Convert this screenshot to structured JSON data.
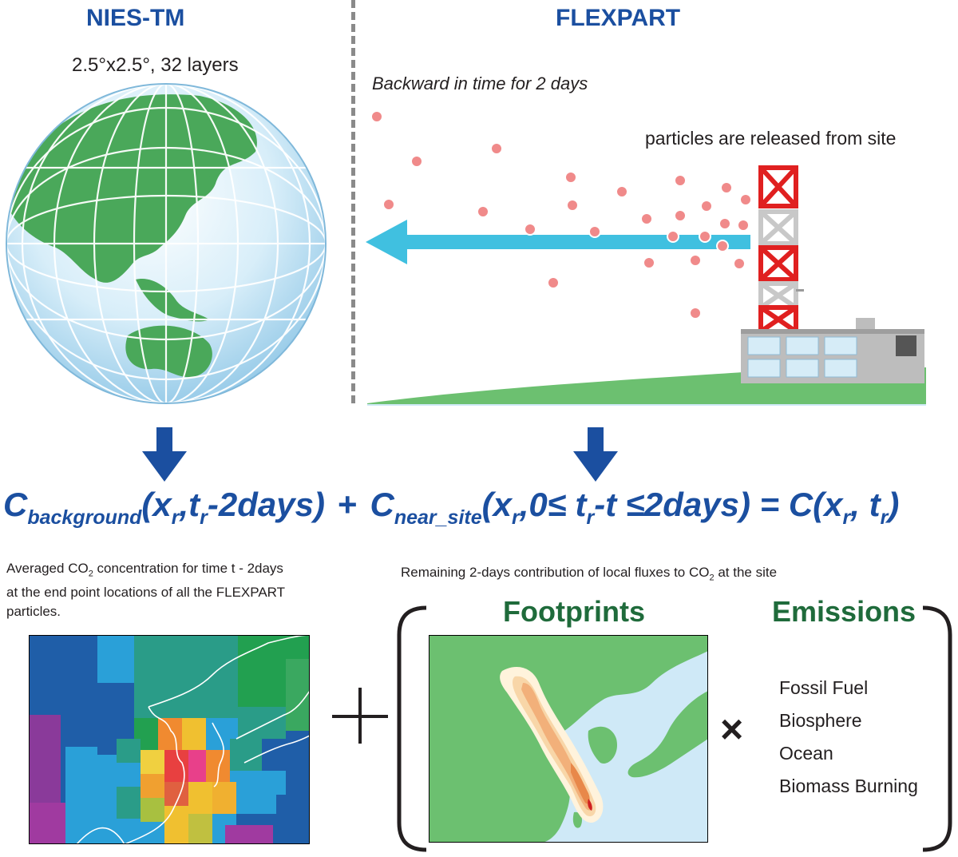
{
  "left_panel": {
    "title": "NIES-TM",
    "resolution": "2.5°x2.5°, 32 layers"
  },
  "right_panel": {
    "title": "FLEXPART",
    "backward_note": "Backward in time for 2 days",
    "release_note": "particles are released from site"
  },
  "equation": {
    "c1": "C",
    "sub1": "background",
    "arg1": "(x",
    "r1": "r",
    "arg1b": ",t",
    "r1b": "r",
    "arg1c": "-2days)",
    "plus": "+",
    "c2": "C",
    "sub2": "near_site",
    "arg2": "(x",
    "r2": "r",
    "arg2b": ",0≤ t",
    "r2b": "r",
    "arg2c": "-t ≤2days) = C(x",
    "r3": "r",
    "arg2d": ", t",
    "r3b": "r",
    "arg2e": ")"
  },
  "bottom_left": {
    "line1a": "Averaged CO",
    "line1sub": "2",
    "line1b": " concentration for time t - 2days",
    "line2": "at the end point locations of all the FLEXPART",
    "line3": "particles."
  },
  "bottom_right": {
    "line1a": "Remaining 2-days contribution of local fluxes to CO",
    "line1sub": "2",
    "line1b": " at the site",
    "footprints_title": "Footprints",
    "emissions_title": "Emissions",
    "emissions": [
      "Fossil Fuel",
      "Biosphere",
      "Ocean",
      "Biomass Burning"
    ]
  },
  "operators": {
    "plus": "+",
    "times": "×"
  },
  "colors": {
    "blue_title": "#1b4fa0",
    "green_title": "#1f6b3b",
    "arrow_cyan": "#40c0e0",
    "particle": "#f08a8a",
    "tower_red": "#e02020",
    "land_green": "#6cc070",
    "sea_blue": "#cfe9f7"
  }
}
